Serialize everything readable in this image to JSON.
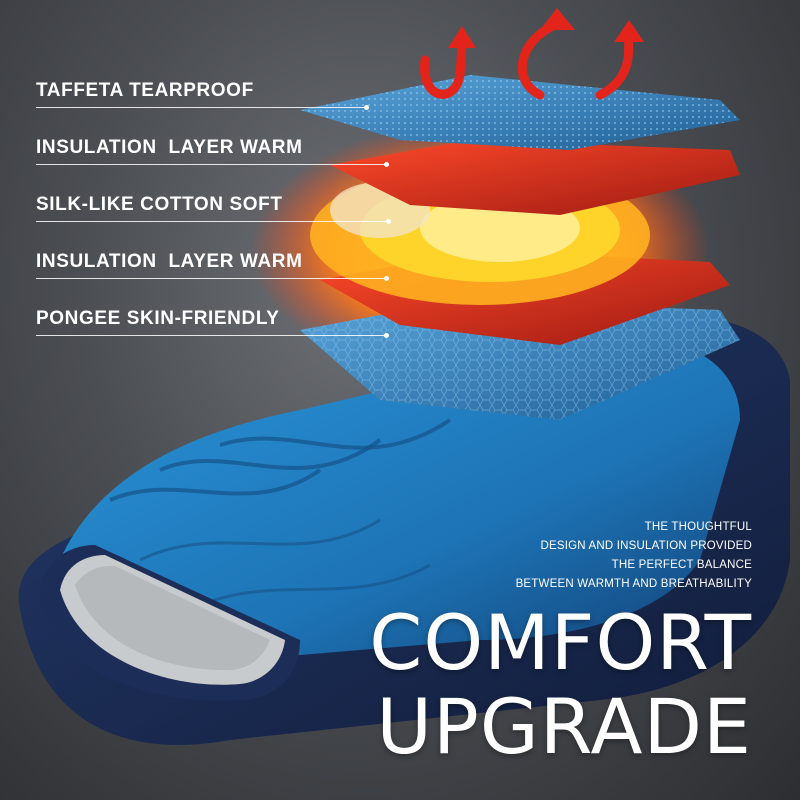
{
  "layers": [
    {
      "label": "TAFFETA TEARPROOF"
    },
    {
      "label": "INSULATION  LAYER WARM"
    },
    {
      "label": "SILK-LIKE COTTON SOFT"
    },
    {
      "label": "INSULATION  LAYER WARM"
    },
    {
      "label": "PONGEE SKIN-FRIENDLY"
    }
  ],
  "description": [
    "THE THOUGHTFUL",
    "DESIGN AND INSULATION PROVIDED",
    "THE PERFECT BALANCE",
    "BETWEEN WARMTH AND BREATHABILITY"
  ],
  "headline": {
    "line1": "COMFORT",
    "line2": "UPGRADE"
  },
  "colors": {
    "sleeping_bag_blue": "#1f7fc4",
    "sleeping_bag_navy": "#1a2a52",
    "lining_gray": "#c9ccce",
    "insulation_red": "#e0281e",
    "core_yellow": "#ffd42a",
    "fabric_blue": "#2f7db8",
    "text": "#ffffff"
  },
  "icons": [
    "heat-arrow-icon"
  ]
}
